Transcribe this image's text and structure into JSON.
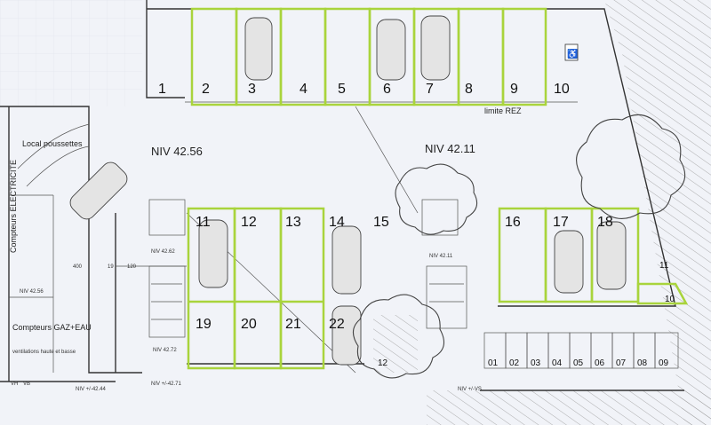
{
  "levels": {
    "upper": "NIV 42.56",
    "lower": "NIV 42.11",
    "limit": "limite REZ"
  },
  "top_row": [
    "1",
    "2",
    "3",
    "4",
    "5",
    "6",
    "7",
    "8",
    "9",
    "10"
  ],
  "middle_upper": [
    "11",
    "12",
    "13",
    "14",
    "15"
  ],
  "middle_lower": [
    "19",
    "20",
    "21",
    "22"
  ],
  "right_upper": [
    "16",
    "17",
    "18"
  ],
  "corner_small": [
    "11",
    "10"
  ],
  "lower_left_small": "12",
  "boxes": [
    "01",
    "02",
    "03",
    "04",
    "05",
    "06",
    "07",
    "08",
    "09"
  ],
  "rooms": {
    "local": "Local poussettes",
    "compteurs_elec": "Compteurs ELECTRICITE",
    "compteurs_gaz": "Compteurs GAZ+EAU",
    "ventilations": "ventilations haute et basse"
  },
  "notes": {
    "niv_4262": "NIV 42.62",
    "niv_4256_left": "NIV 42.56",
    "niv_4272": "NIV 42.72",
    "niv_4271": "NIV +/-42.71",
    "niv_4244": "NIV +/-42.44",
    "niv_4211_stair": "NIV 42.11",
    "niv_vs": "NIV +/-VS",
    "dim_400": "400",
    "dim_120": "120",
    "dim_19": "19",
    "vh": "VH",
    "vb": "VB"
  },
  "icons": {
    "accessible": "accessible-parking-icon"
  }
}
